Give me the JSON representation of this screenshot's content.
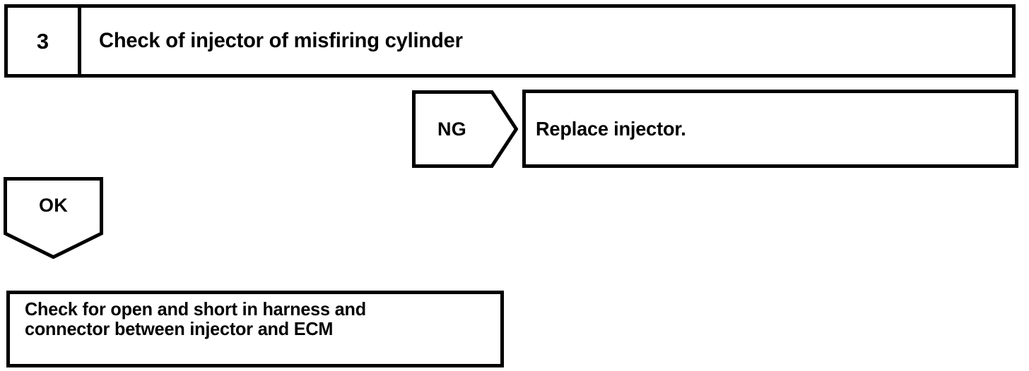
{
  "document": {
    "type": "service-manual-troubleshooting-flowchart",
    "background_color": "#ffffff",
    "line_color": "#000000"
  },
  "step": {
    "number": "3",
    "title": "Check of injector of misfiring cylinder"
  },
  "branches": {
    "ng": {
      "label": "NG",
      "shape": "right-pointing-pentagon",
      "result": {
        "text": "Replace injector."
      }
    },
    "ok": {
      "label": "OK",
      "shape": "down-pointing-pentagon"
    }
  },
  "next_step": {
    "lines": [
      "Check for open and short in harness and",
      "connector between injector and ECM"
    ]
  }
}
